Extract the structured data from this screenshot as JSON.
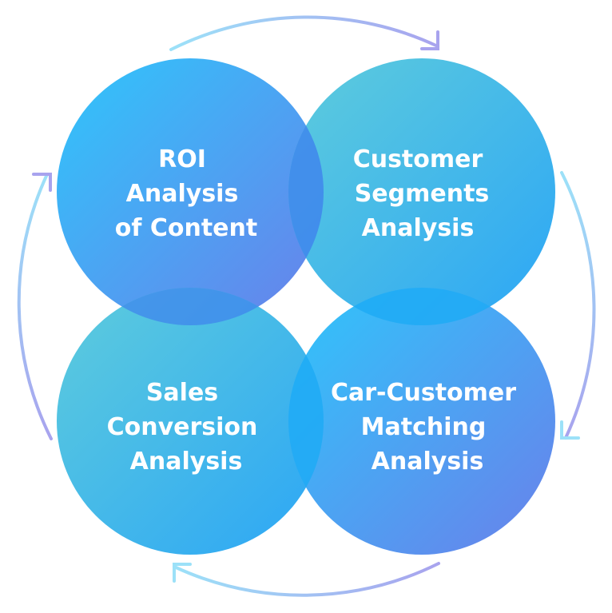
{
  "diagram": {
    "circles": [
      {
        "id": "roi",
        "lines": [
          "ROI",
          "Analysis",
          "of Content"
        ],
        "gradient": [
          "#2FC6FB",
          "#6A80EA"
        ]
      },
      {
        "id": "segments",
        "lines": [
          "Customer",
          "Segments",
          "Analysis"
        ],
        "gradient": [
          "#5ECCDC",
          "#2CA6F6"
        ]
      },
      {
        "id": "sales",
        "lines": [
          "Sales",
          "Conversion",
          "Analysis"
        ],
        "gradient": [
          "#5ECCDC",
          "#2CA6F6"
        ]
      },
      {
        "id": "matching",
        "lines": [
          "Car-Customer",
          "Matching",
          "Analysis"
        ],
        "gradient": [
          "#2FC6FB",
          "#6A80EA"
        ]
      }
    ],
    "overlap_color": "#3F86EC",
    "arrow_colors": [
      "#9CE1F8",
      "#A8A3EE"
    ],
    "cycle_direction": "clockwise"
  }
}
